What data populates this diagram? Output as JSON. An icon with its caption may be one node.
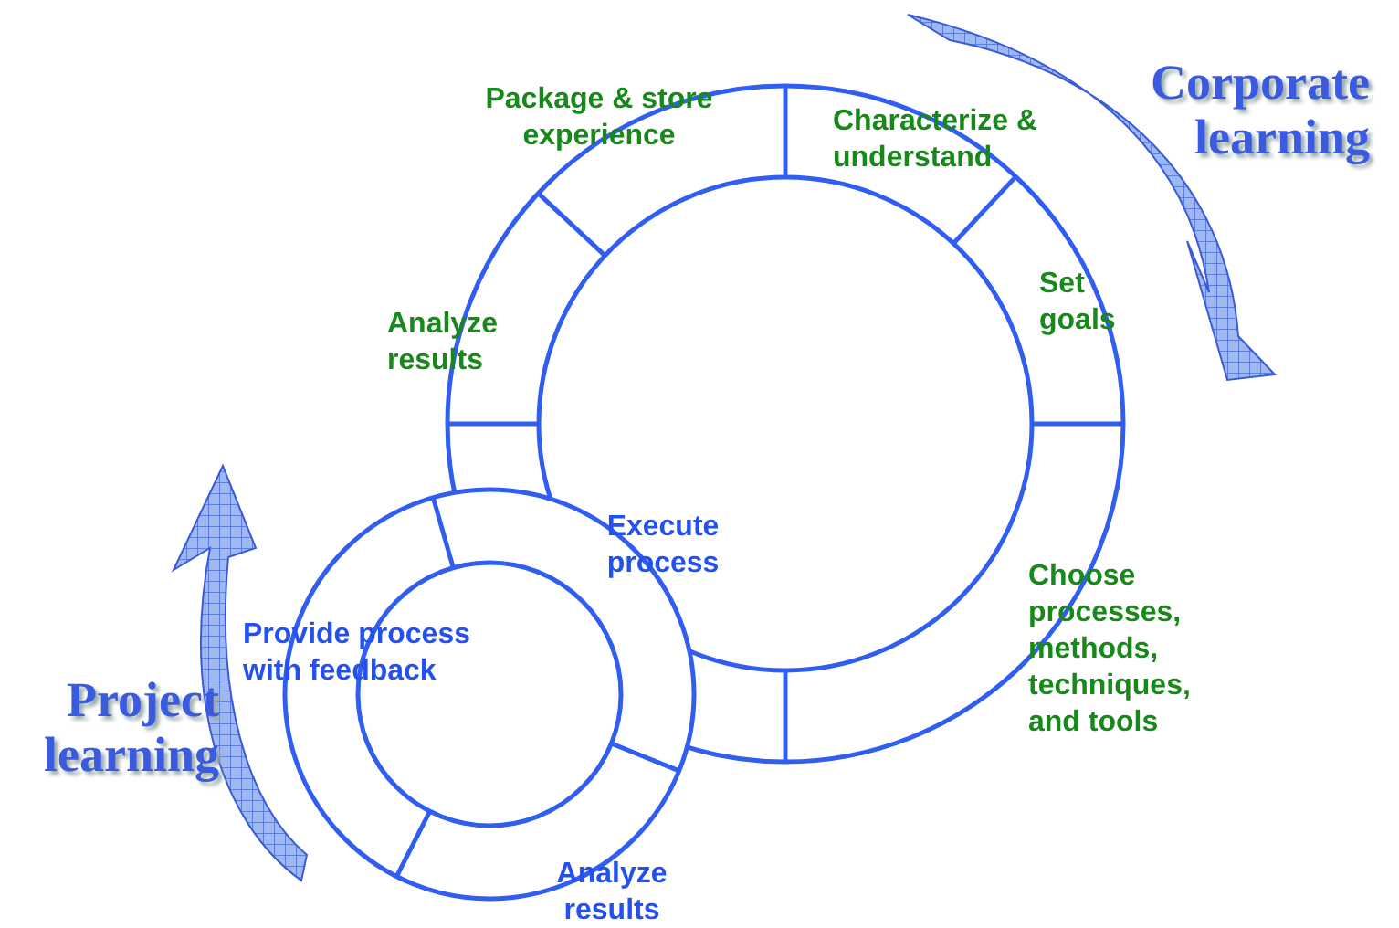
{
  "diagram": {
    "nodes": [
      {
        "text": [
          "Package & store experience"
        ]
      },
      {
        "text": [
          "Characterize & understand"
        ]
      },
      {
        "text": [
          "Analyze results"
        ]
      },
      {
        "text": [
          "Set goals"
        ]
      },
      {
        "text": [
          "Execute process"
        ]
      },
      {
        "text": [
          "Provide process with feedback"
        ]
      },
      {
        "text": [
          "Choose processes, methods, techniques, and tools"
        ]
      },
      {
        "text": [
          "Analyze results"
        ]
      }
    ],
    "edges": [],
    "labels": [
      "Corporate learning",
      "Project learning"
    ]
  }
}
